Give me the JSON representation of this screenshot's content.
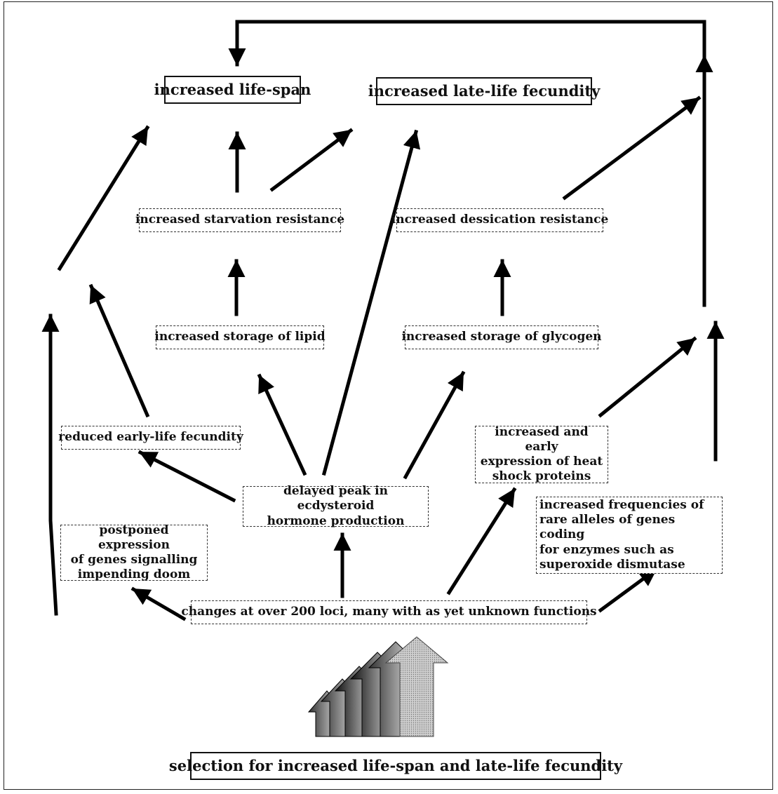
{
  "outcomes": {
    "lifespan": "increased life-span",
    "fecundity": "increased late-life fecundity"
  },
  "traits": {
    "starvation": "increased starvation resistance",
    "desiccation": "increased dessication resistance",
    "lipid": "increased storage of lipid",
    "glycogen": "increased storage of glycogen",
    "early_fecundity": "reduced early-life fecundity"
  },
  "mechanisms": {
    "heat_shock": [
      "increased and early",
      "expression of heat",
      "shock proteins"
    ],
    "ecdysteroid": [
      "delayed peak in ecdysteroid",
      "hormone production"
    ],
    "doom": [
      "postponed expression",
      "of genes signalling",
      "impending doom"
    ],
    "alleles": [
      "increased frequencies of",
      "rare alleles of genes coding",
      "for enzymes such as",
      "superoxide dismutase"
    ]
  },
  "loci": "changes at over 200 loci, many with as yet unknown functions",
  "selection": "selection for increased life-span and late-life fecundity"
}
